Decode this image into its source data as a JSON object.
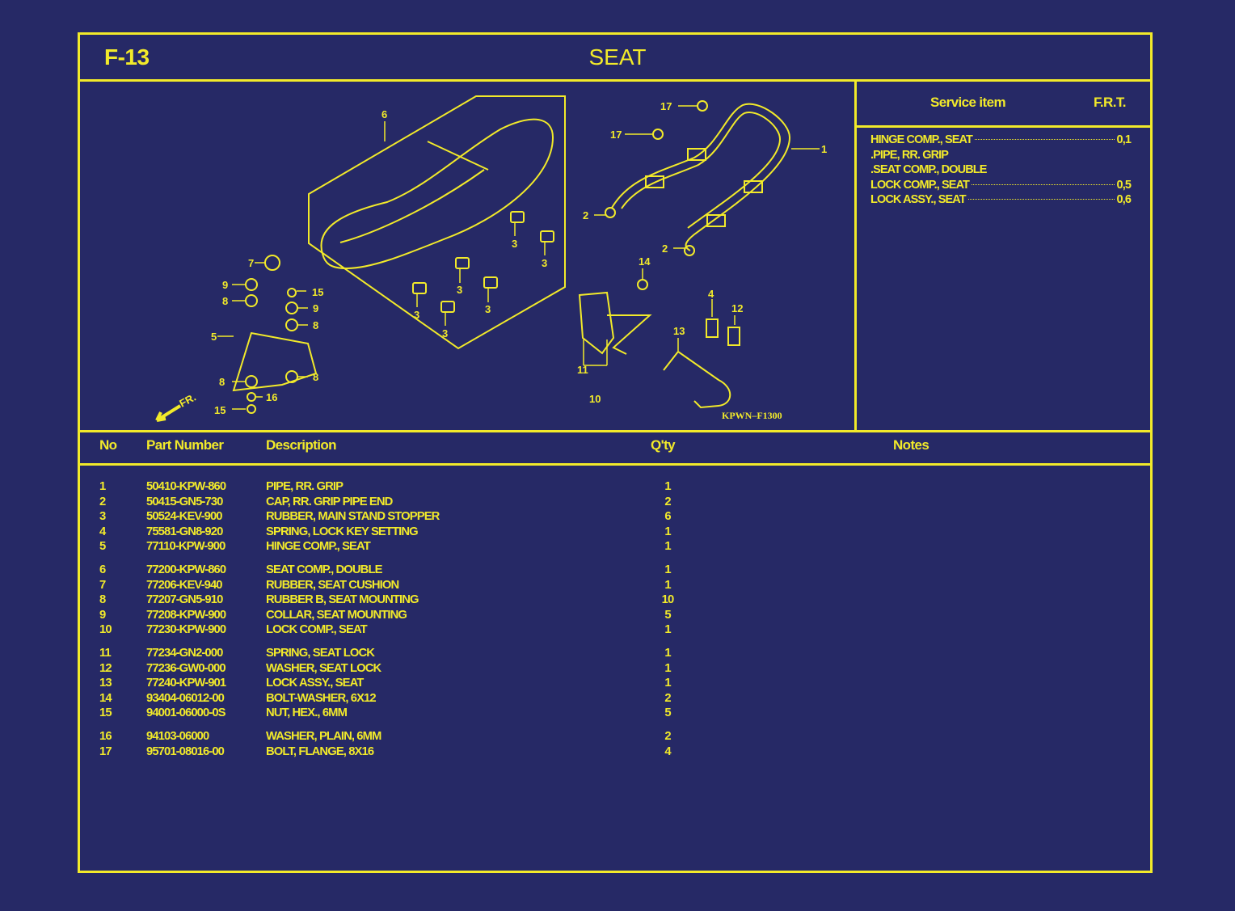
{
  "header": {
    "code": "F-13",
    "title": "SEAT"
  },
  "service": {
    "heading": "Service item",
    "frt_heading": "F.R.T.",
    "items": [
      {
        "name": "HINGE COMP., SEAT",
        "frt": "0,1"
      },
      {
        "name": ".PIPE, RR. GRIP",
        "frt": ""
      },
      {
        "name": ".SEAT COMP., DOUBLE",
        "frt": ""
      },
      {
        "name": "LOCK COMP., SEAT",
        "frt": "0,5"
      },
      {
        "name": "LOCK ASSY., SEAT",
        "frt": "0,6"
      }
    ]
  },
  "diagram": {
    "code": "KPWN–F1300",
    "front_label": "FR.",
    "callouts": [
      "1",
      "2",
      "2",
      "3",
      "3",
      "3",
      "3",
      "3",
      "3",
      "4",
      "5",
      "6",
      "7",
      "8",
      "8",
      "8",
      "8",
      "9",
      "9",
      "10",
      "11",
      "12",
      "13",
      "14",
      "15",
      "15",
      "16",
      "17",
      "17"
    ]
  },
  "table": {
    "headers": {
      "no": "No",
      "part": "Part Number",
      "desc": "Description",
      "qty": "Q'ty",
      "notes": "Notes"
    },
    "rows": [
      {
        "no": "1",
        "part": "50410-KPW-860",
        "desc": "PIPE, RR. GRIP",
        "qty": "1"
      },
      {
        "no": "2",
        "part": "50415-GN5-730",
        "desc": "CAP, RR. GRIP PIPE END",
        "qty": "2"
      },
      {
        "no": "3",
        "part": "50524-KEV-900",
        "desc": "RUBBER, MAIN STAND STOPPER",
        "qty": "6"
      },
      {
        "no": "4",
        "part": "75581-GN8-920",
        "desc": "SPRING, LOCK KEY SETTING",
        "qty": "1"
      },
      {
        "no": "5",
        "part": "77110-KPW-900",
        "desc": "HINGE COMP., SEAT",
        "qty": "1"
      },
      {
        "no": "6",
        "part": "77200-KPW-860",
        "desc": "SEAT COMP., DOUBLE",
        "qty": "1"
      },
      {
        "no": "7",
        "part": "77206-KEV-940",
        "desc": "RUBBER, SEAT CUSHION",
        "qty": "1"
      },
      {
        "no": "8",
        "part": "77207-GN5-910",
        "desc": "RUBBER B, SEAT MOUNTING",
        "qty": "10"
      },
      {
        "no": "9",
        "part": "77208-KPW-900",
        "desc": "COLLAR, SEAT MOUNTING",
        "qty": "5"
      },
      {
        "no": "10",
        "part": "77230-KPW-900",
        "desc": "LOCK COMP., SEAT",
        "qty": "1"
      },
      {
        "no": "11",
        "part": "77234-GN2-000",
        "desc": "SPRING, SEAT LOCK",
        "qty": "1"
      },
      {
        "no": "12",
        "part": "77236-GW0-000",
        "desc": "WASHER, SEAT LOCK",
        "qty": "1"
      },
      {
        "no": "13",
        "part": "77240-KPW-901",
        "desc": "LOCK ASSY., SEAT",
        "qty": "1"
      },
      {
        "no": "14",
        "part": "93404-06012-00",
        "desc": "BOLT-WASHER, 6X12",
        "qty": "2"
      },
      {
        "no": "15",
        "part": "94001-06000-0S",
        "desc": "NUT, HEX., 6MM",
        "qty": "5"
      },
      {
        "no": "16",
        "part": "94103-06000",
        "desc": "WASHER, PLAIN, 6MM",
        "qty": "2"
      },
      {
        "no": "17",
        "part": "95701-08016-00",
        "desc": "BOLT, FLANGE, 8X16",
        "qty": "4"
      }
    ]
  },
  "colors": {
    "background": "#262966",
    "foreground": "#f2ea2a"
  }
}
